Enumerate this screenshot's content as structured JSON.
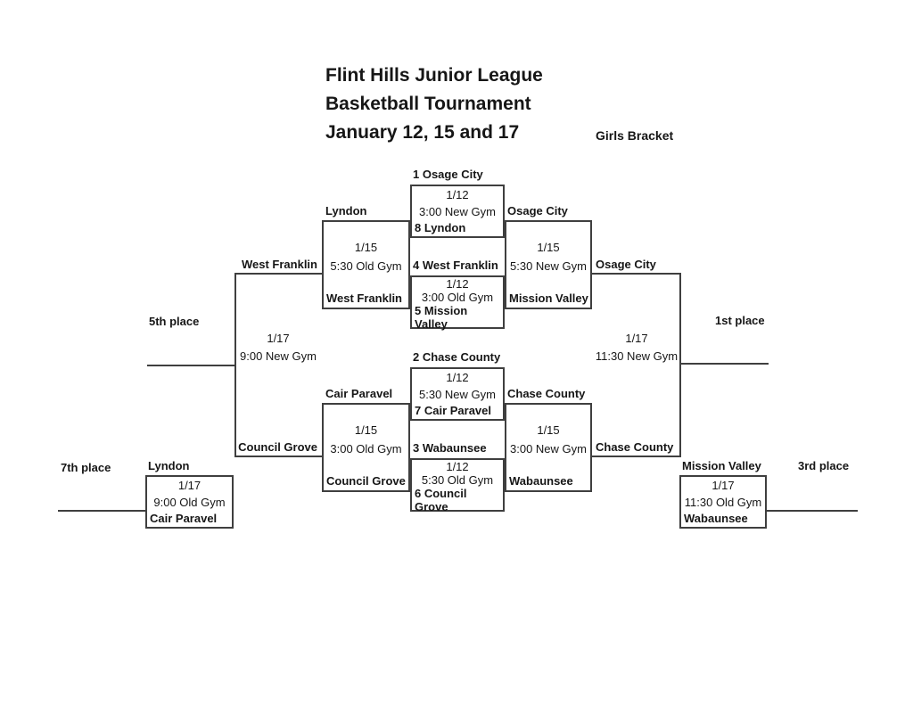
{
  "colors": {
    "text": "#161616",
    "line": "#3f3f3f",
    "background": "#ffffff"
  },
  "title": {
    "line1": "Flint Hills Junior League",
    "line2": "Basketball Tournament",
    "line3": "January 12, 15 and 17"
  },
  "bracket_label": "Girls Bracket",
  "round1": [
    {
      "top": "1 Osage City",
      "bottom": "8 Lyndon",
      "date": "1/12",
      "venue": "3:00 New Gym",
      "winner": "Osage City",
      "loser": "Lyndon"
    },
    {
      "top": "4 West Franklin",
      "bottom": "5 Mission Valley",
      "date": "1/12",
      "venue": "3:00 Old Gym",
      "winner": "Mission Valley",
      "loser": "West Franklin"
    },
    {
      "top": "2 Chase County",
      "bottom": "7 Cair Paravel",
      "date": "1/12",
      "venue": "5:30 New Gym",
      "winner": "Chase County",
      "loser": "Cair Paravel"
    },
    {
      "top": "3 Wabaunsee",
      "bottom": "6 Council Grove",
      "date": "1/12",
      "venue": "5:30 Old Gym",
      "winner": "Wabaunsee",
      "loser": "Council Grove"
    }
  ],
  "semifinals": [
    {
      "date": "1/15",
      "venue": "5:30 New Gym",
      "winner": "Osage City"
    },
    {
      "date": "1/15",
      "venue": "3:00 New Gym",
      "winner": "Chase County"
    }
  ],
  "consolation_semifinals": [
    {
      "date": "1/15",
      "venue": "5:30 Old Gym",
      "winner": "West Franklin"
    },
    {
      "date": "1/15",
      "venue": "3:00 Old Gym",
      "winner": "Council Grove"
    }
  ],
  "championship": {
    "label": "1st place",
    "date": "1/17",
    "venue": "11:30 New Gym"
  },
  "fifth_place": {
    "label": "5th place",
    "date": "1/17",
    "venue": "9:00 New Gym"
  },
  "third_place": {
    "label": "3rd place",
    "top": "Mission Valley",
    "bottom": "Wabaunsee",
    "date": "1/17",
    "venue": "11:30 Old Gym"
  },
  "seventh_place": {
    "label": "7th place",
    "top": "Lyndon",
    "bottom": "Cair Paravel",
    "date": "1/17",
    "venue": "9:00 Old Gym"
  }
}
